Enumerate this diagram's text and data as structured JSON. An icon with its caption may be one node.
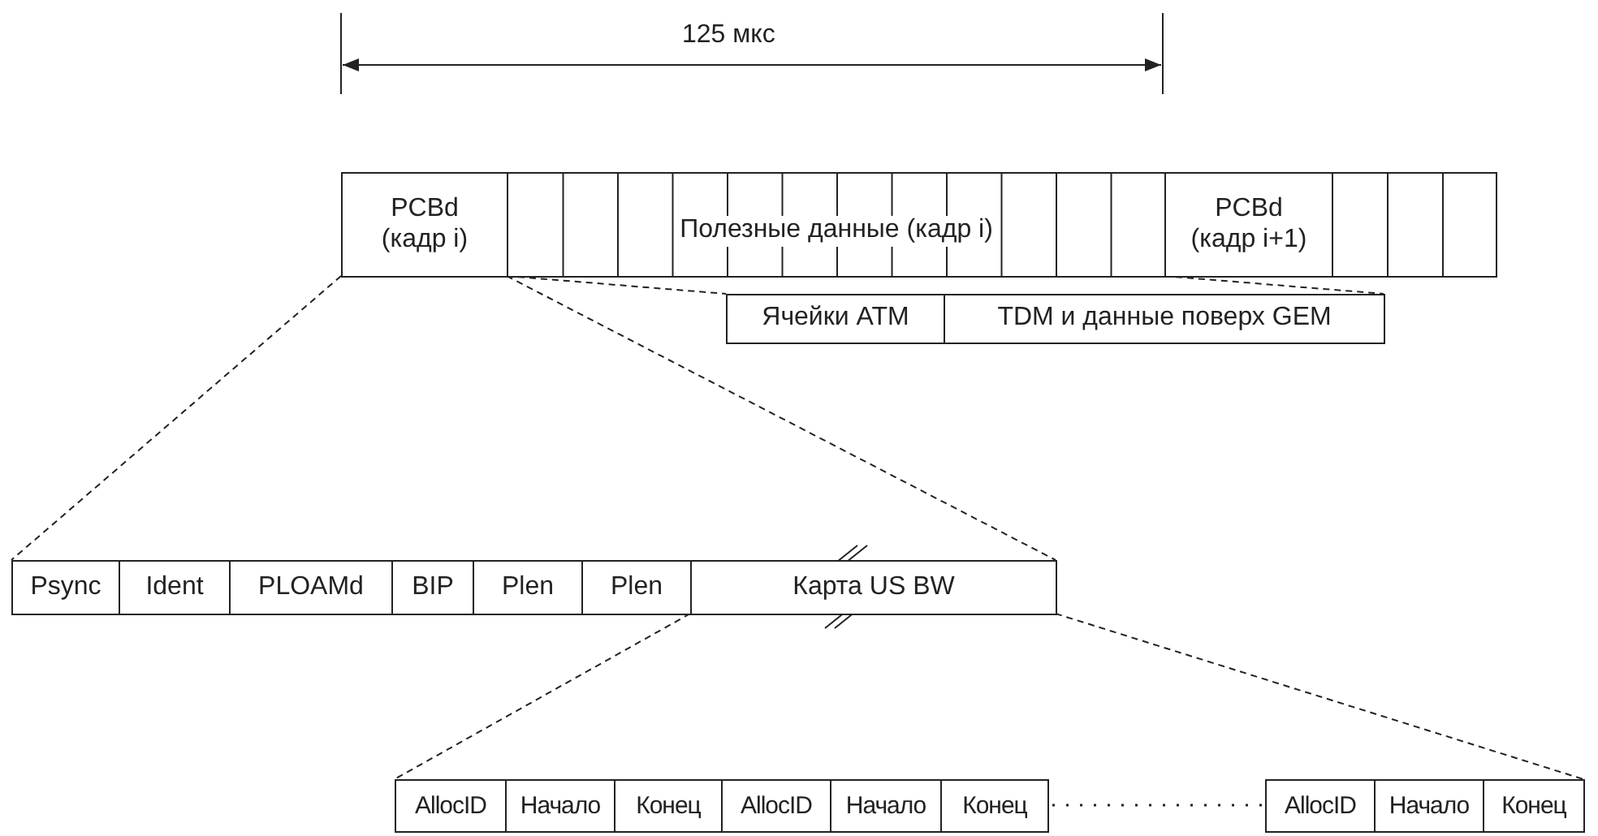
{
  "diagram": {
    "nodes": [
      {
        "text": [
          "PCBd",
          "(кадр i)"
        ]
      },
      {
        "text": [
          "Полезные данные (кадр i)"
        ]
      },
      {
        "text": [
          "PCBd",
          "(кадр i+1)"
        ]
      },
      {
        "text": [],
        "shape": "box"
      },
      {
        "text": [],
        "shape": "box"
      },
      {
        "text": [],
        "shape": "box"
      },
      {
        "text": [
          "Ячейки ATM"
        ]
      },
      {
        "text": [
          "TDM и данные поверх GEM"
        ]
      },
      {
        "text": [
          "Psync"
        ]
      },
      {
        "text": [
          "Ident"
        ]
      },
      {
        "text": [
          "PLOAMd"
        ]
      },
      {
        "text": [
          "BIP"
        ]
      },
      {
        "text": [
          "Plen"
        ]
      },
      {
        "text": [
          "Plen"
        ]
      },
      {
        "text": [
          "Карта US BW"
        ]
      },
      {
        "text": [
          "AllocID"
        ]
      },
      {
        "text": [
          "Начало"
        ]
      },
      {
        "text": [
          "Конец"
        ]
      },
      {
        "text": [
          "AllocID"
        ]
      },
      {
        "text": [
          "Начало"
        ]
      },
      {
        "text": [
          "Конец"
        ]
      },
      {
        "text": [
          "AllocID"
        ]
      },
      {
        "text": [
          "Начало"
        ]
      },
      {
        "text": [
          "Конец"
        ]
      }
    ],
    "edges": [
      {
        "from": 1,
        "to": 6,
        "arrow": "none",
        "style": "dashed"
      },
      {
        "from": 2,
        "to": 7,
        "arrow": "none",
        "style": "dashed"
      },
      {
        "from": 0,
        "to": 8,
        "arrow": "none",
        "style": "dashed"
      },
      {
        "from": 0,
        "to": 14,
        "arrow": "none",
        "style": "dashed"
      },
      {
        "from": 14,
        "to": 15,
        "arrow": "none",
        "style": "dashed"
      },
      {
        "from": 14,
        "to": 23,
        "arrow": "none",
        "style": "dashed"
      }
    ],
    "labels": [
      "125 мкс"
    ]
  }
}
